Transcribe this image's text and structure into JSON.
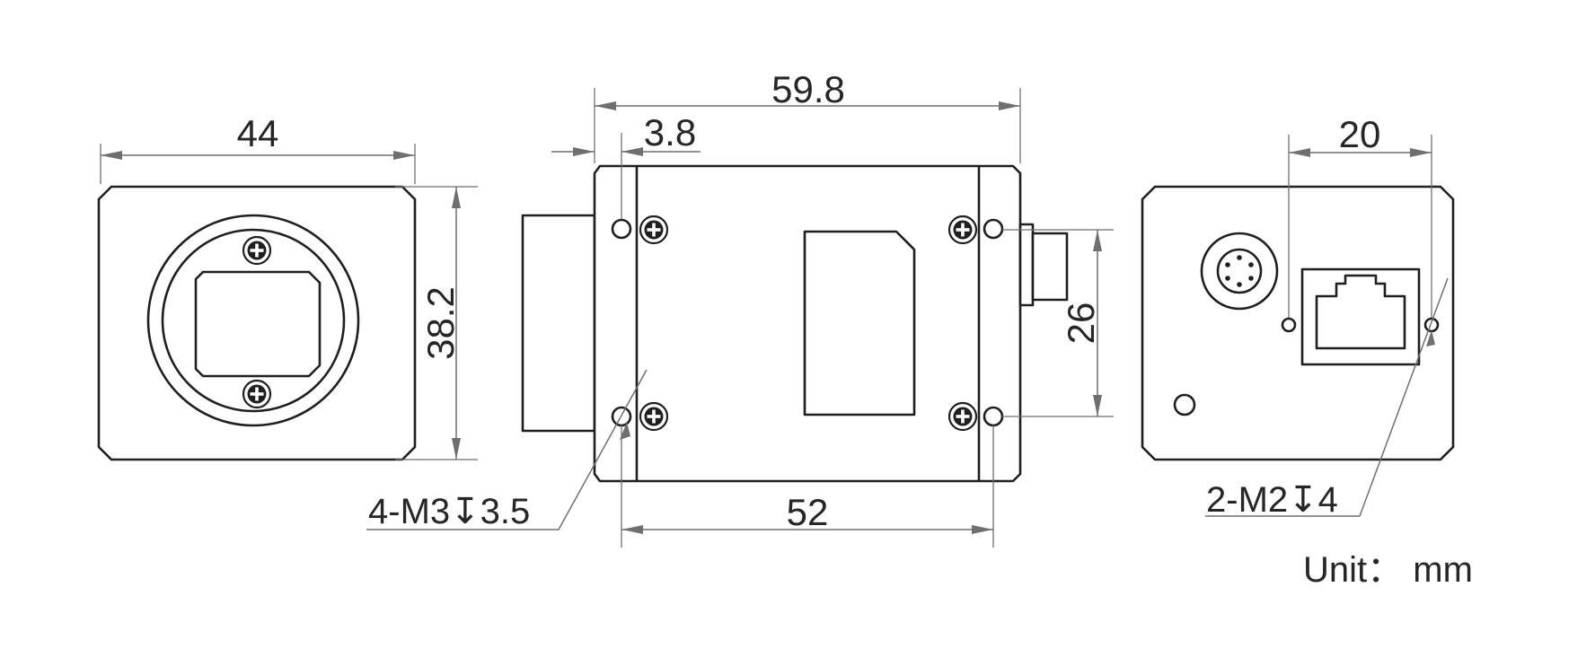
{
  "dimensions": {
    "front_width": "44",
    "front_height": "38.2",
    "side_length": "59.8",
    "flange_offset": "3.8",
    "hole_spacing_horizontal": "52",
    "hole_spacing_vertical": "26",
    "rear_hole_spacing": "20"
  },
  "callouts": {
    "side_holes": "4-M3↧3.5",
    "rear_holes": "2-M2↧4"
  },
  "unit_note": "Unit： mm",
  "colors": {
    "outline": "#1f1f1f",
    "dimension_line": "#6f6f6f",
    "text": "#262626"
  }
}
